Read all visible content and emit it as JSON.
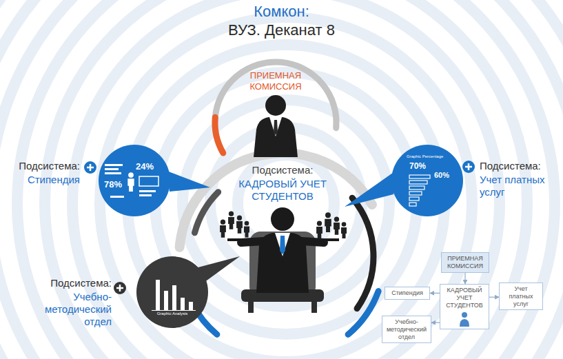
{
  "diagram": {
    "title": "Комкон:",
    "nodes": [
      {
        "text": [
          "Подсистема:",
          "КАДРОВЫЙ УЧЕТ СТУДЕНТОВ"
        ]
      },
      {
        "text": [
          "ПРИЕМНАЯ КОМИССИЯ"
        ]
      },
      {
        "text": [
          "Подсистема:",
          "Стипендия",
          "78%",
          "24%"
        ]
      },
      {
        "text": [
          "Подсистема:",
          "Учет платных услуг",
          "Graphic Percentage",
          "70%",
          "60%"
        ]
      },
      {
        "text": [
          "Подсистема:",
          "Учебно-методический отдел",
          "Graphic Analysis"
        ]
      },
      {
        "text": [
          "ПРИЕМНАЯ КОМИССИЯ"
        ]
      },
      {
        "text": [
          "КАДРОВЫЙ УЧЕТ СТУДЕНТОВ"
        ]
      },
      {
        "text": [
          "Стипендия"
        ]
      },
      {
        "text": [
          "Учет платных услуг"
        ]
      },
      {
        "text": [
          "Учебно-методический отдел"
        ]
      }
    ],
    "edges": [
      {
        "from": 5,
        "to": 6,
        "arrow": "to"
      },
      {
        "from": 6,
        "to": 7,
        "arrow": "to"
      },
      {
        "from": 6,
        "to": 8,
        "arrow": "to"
      },
      {
        "from": 6,
        "to": 9,
        "arrow": "to"
      }
    ],
    "labels": [
      "ВУЗ. Деканат 8"
    ]
  }
}
